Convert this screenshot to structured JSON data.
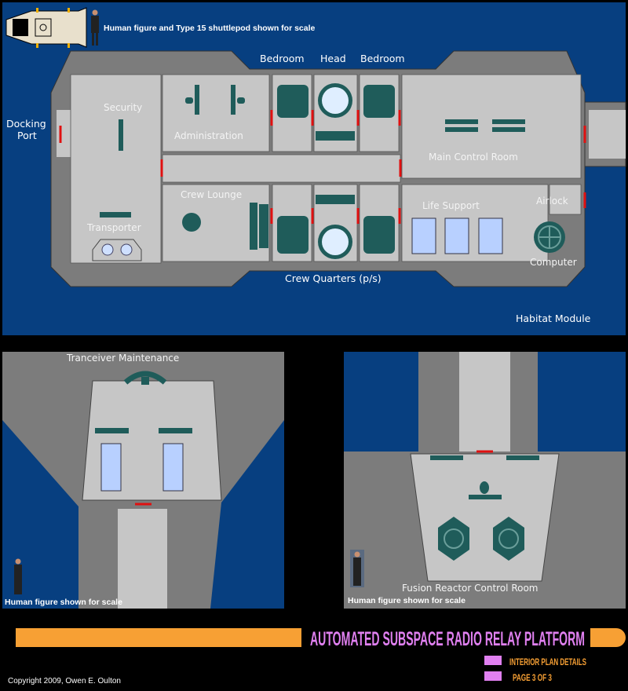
{
  "colors": {
    "space": "#073f80",
    "hull": "#7c7c7c",
    "floor": "#c6c6c6",
    "equipment": "#1f5c5a",
    "door": "#e01010",
    "accent_orange": "#f7a034",
    "accent_pink": "#e080f0"
  },
  "header_note": "Human figure and Type 15 shuttlepod shown for scale",
  "habitat": {
    "module_label": "Habitat Module",
    "rooms": {
      "docking_port": "Docking",
      "docking_port_2": "Port",
      "security": "Security",
      "administration": "Administration",
      "bedroom_1": "Bedroom",
      "head": "Head",
      "bedroom_2": "Bedroom",
      "main_control": "Main Control Room",
      "crew_lounge": "Crew Lounge",
      "transporter": "Transporter",
      "life_support": "Life Support",
      "airlock": "Airlock",
      "computer": "Computer",
      "crew_quarters": "Crew Quarters (p/s)"
    }
  },
  "tranceiver": {
    "title": "Tranceiver Maintenance",
    "scale_note": "Human figure shown for scale"
  },
  "reactor": {
    "title": "Fusion Reactor Control Room",
    "scale_note": "Human figure shown for scale"
  },
  "footer": {
    "title": "AUTOMATED SUBSPACE RADIO RELAY PLATFORM",
    "legend": [
      "INTERIOR PLAN DETAILS",
      "PAGE 3 OF 3"
    ],
    "copyright": "Copyright 2009, Owen E. Oulton"
  }
}
